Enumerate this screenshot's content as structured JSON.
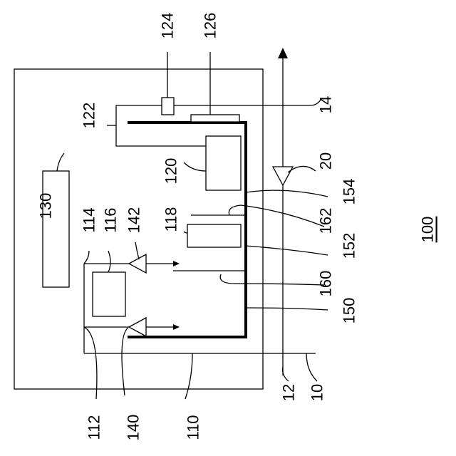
{
  "figure": {
    "labels": {
      "l124": "124",
      "l126": "126",
      "l122": "122",
      "l14": "14",
      "l120": "120",
      "l20": "20",
      "l130": "130",
      "l114": "114",
      "l116": "116",
      "l142": "142",
      "l118": "118",
      "l154": "154",
      "l162": "162",
      "l152": "152",
      "l100": "100",
      "l160": "160",
      "l150": "150",
      "l112": "112",
      "l140": "140",
      "l110": "110",
      "l12": "12",
      "l10": "10"
    }
  }
}
